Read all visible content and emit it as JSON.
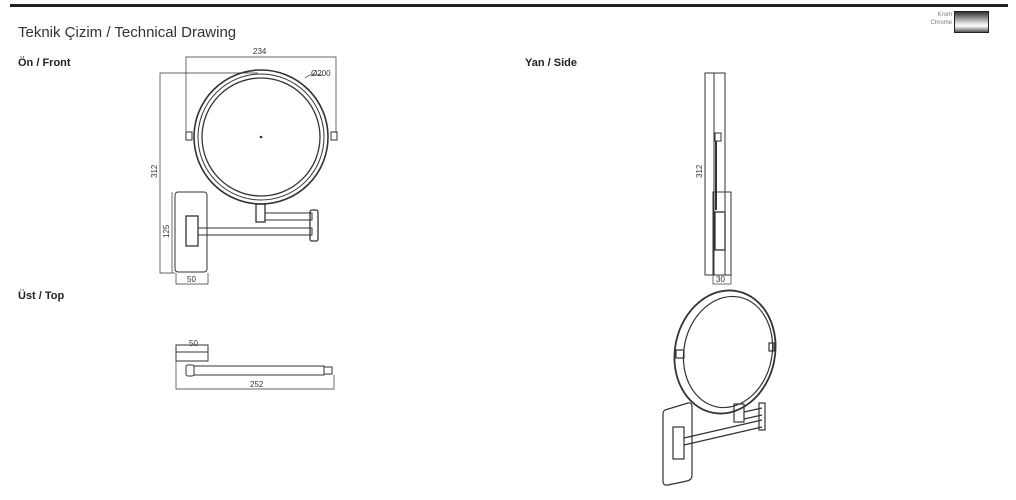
{
  "title": "Teknik Çizim / Technical Drawing",
  "finish": {
    "tr": "Krom",
    "en": "Chrome",
    "color": "#c0c0c0"
  },
  "sections": {
    "front": "Ön / Front",
    "side": "Yan / Side",
    "top": "Üst / Top"
  },
  "dimensions": {
    "front_width": "234",
    "front_diameter": "Ø200",
    "front_height": "312",
    "front_plate_height": "125",
    "front_plate_width": "50",
    "side_height": "312",
    "side_depth": "30",
    "top_plate": "50",
    "top_length": "252"
  }
}
